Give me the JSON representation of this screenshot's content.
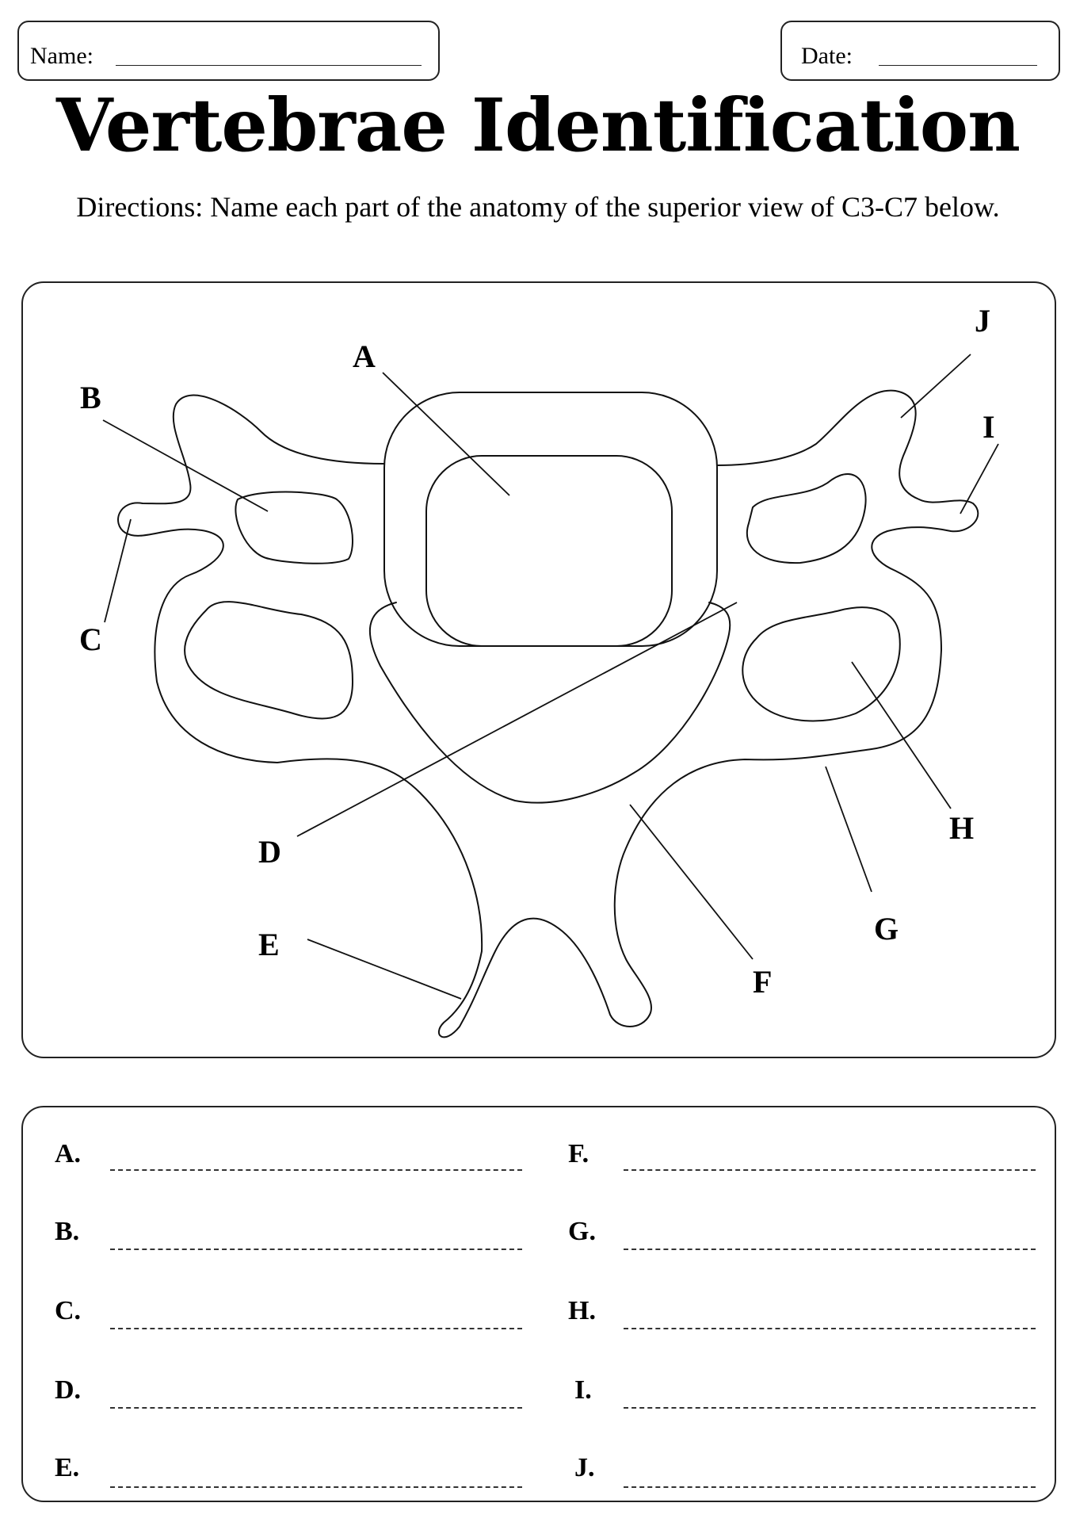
{
  "header": {
    "name_label": "Name:",
    "date_label": "Date:"
  },
  "title": "Vertebrae Identification",
  "directions": "Directions: Name each part of the anatomy of the superior view of C3-C7 below.",
  "diagram": {
    "callouts": [
      "A",
      "B",
      "C",
      "D",
      "E",
      "F",
      "G",
      "H",
      "I",
      "J"
    ]
  },
  "answers": {
    "left": [
      "A.",
      "B.",
      "C.",
      "D.",
      "E."
    ],
    "right": [
      "F.",
      "G.",
      "H.",
      "I.",
      "J."
    ]
  }
}
